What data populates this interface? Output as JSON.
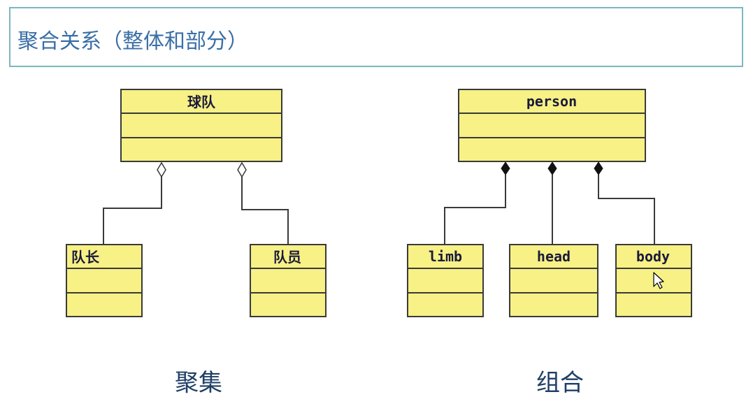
{
  "title": "聚合关系（整体和部分）",
  "aggregation": {
    "whole": "球队",
    "parts": [
      "队长",
      "队员"
    ],
    "caption": "聚集"
  },
  "composition": {
    "whole": "person",
    "parts": [
      "limb",
      "head",
      "body"
    ],
    "caption": "组合"
  },
  "colors": {
    "class_fill": "#f7f186",
    "class_border": "#3a3a3a",
    "title_border": "#7bb8bd",
    "title_text": "#3a6fa6",
    "caption_text": "#1f3f66"
  }
}
